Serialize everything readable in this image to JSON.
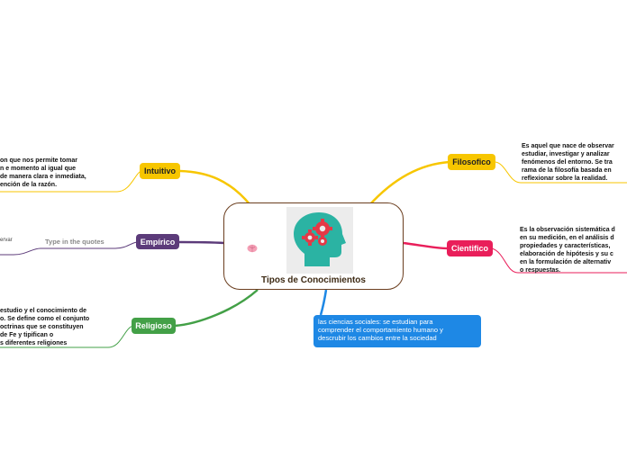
{
  "central": {
    "title": "Tipos de Conocimientos",
    "image_icon": "head-with-gears-icon",
    "decor_icon": "brain-icon"
  },
  "branches": {
    "intuitivo": {
      "label": "Intuitivo",
      "color": "#f7c600",
      "text": "on que nos permite tomar\nn e momento al igual que\nde manera clara e inmediata,\nención de la razón."
    },
    "empirico": {
      "label": "Empírico",
      "color": "#5c3b7a",
      "placeholder": "Type in the quotes",
      "side_label": "ervar"
    },
    "religioso": {
      "label": "Religioso",
      "color": "#43a047",
      "text": "estudio y el conocimiento de\no. Se define como el conjunto\noctrinas que se constituyen\nde Fe y tipifican o\ns diferentes religiones"
    },
    "filosofico": {
      "label": "Filosofico",
      "color": "#f7c600",
      "text": "Es aquel que nace de observar\nestudiar, investigar y analizar\nfenómenos del entorno. Se tra\nrama de la filosofía basada en\nreflexionar sobre la realidad."
    },
    "cientifico": {
      "label": "Cientifico",
      "color": "#e91e5a",
      "text": "Es la observación sistemática d\nen su medición, en el análisis d\npropiedades y características,\nelaboración de hipótesis y su c\nen la formulación de alternativ\no respuestas."
    },
    "ciencias_sociales": {
      "color": "#1e88e5",
      "text": "las ciencias sociales: se estudian para\ncomprender el comportamiento humano y\ndescrubir los cambios  entre  la sociedad"
    }
  }
}
